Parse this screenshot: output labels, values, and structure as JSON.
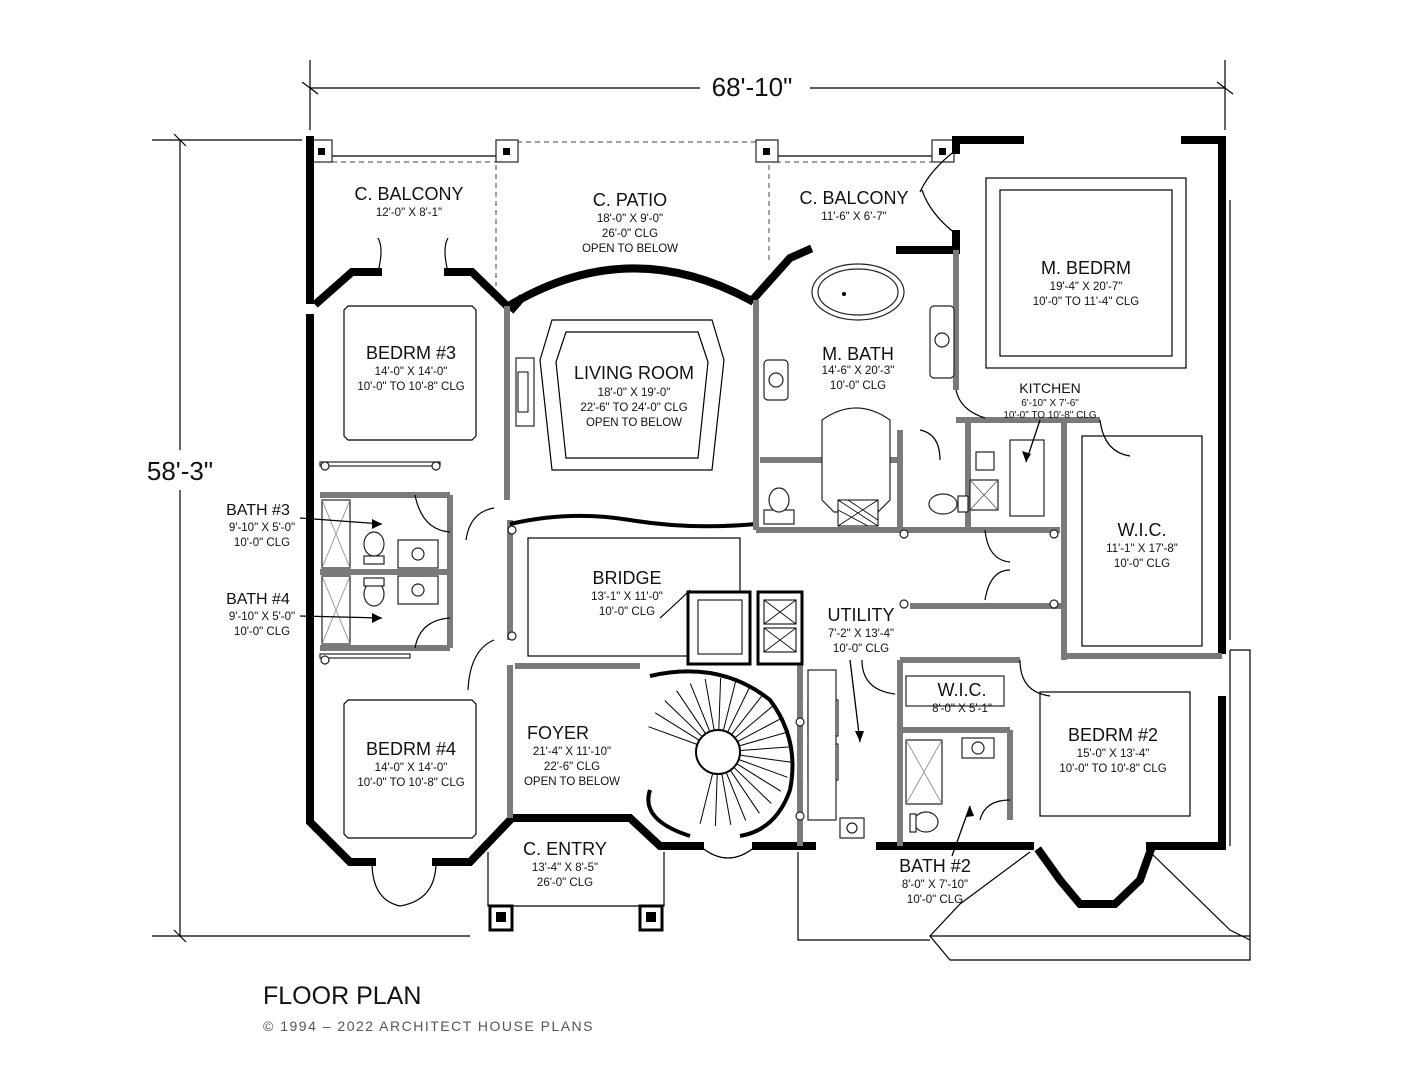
{
  "dimensions": {
    "width": "68'-10\"",
    "depth": "58'-3\""
  },
  "rooms": {
    "balcony_left": {
      "name": "C. BALCONY",
      "lines": [
        "12'-0\" X 8'-1\""
      ]
    },
    "patio": {
      "name": "C. PATIO",
      "lines": [
        "18'-0\" X 9'-0\"",
        "26'-0\" CLG",
        "OPEN TO BELOW"
      ]
    },
    "balcony_right": {
      "name": "C. BALCONY",
      "lines": [
        "11'-6\" X 6'-7\""
      ]
    },
    "master_bedroom": {
      "name": "M. BEDRM",
      "lines": [
        "19'-4\" X 20'-7\"",
        "10'-0\" TO 11'-4\" CLG"
      ]
    },
    "bedroom3": {
      "name": "BEDRM #3",
      "lines": [
        "14'-0\" X 14'-0\"",
        "10'-0\" TO 10'-8\" CLG"
      ]
    },
    "living_room": {
      "name": "LIVING ROOM",
      "lines": [
        "18'-0\" X 19'-0\"",
        "22'-6\" TO 24'-0\" CLG",
        "OPEN TO BELOW"
      ]
    },
    "master_bath": {
      "name": "M. BATH",
      "lines": [
        "14'-6\" X 20'-3\"",
        "10'-0\" CLG"
      ]
    },
    "kitchen": {
      "name": "KITCHEN",
      "lines": [
        "6'-10\" X 7'-6\"",
        "10'-0\" TO 10'-8\" CLG"
      ]
    },
    "wic_master": {
      "name": "W.I.C.",
      "lines": [
        "11'-1\" X 17'-8\"",
        "10'-0\" CLG"
      ]
    },
    "bath3": {
      "name": "BATH #3",
      "lines": [
        "9'-10\" X 5'-0\"",
        "10'-0\" CLG"
      ]
    },
    "bath4": {
      "name": "BATH #4",
      "lines": [
        "9'-10\" X 5'-0\"",
        "10'-0\" CLG"
      ]
    },
    "bridge": {
      "name": "BRIDGE",
      "lines": [
        "13'-1\" X 11'-0\"",
        "10'-0\" CLG"
      ]
    },
    "utility": {
      "name": "UTILITY",
      "lines": [
        "7'-2\" X 13'-4\"",
        "10'-0\" CLG"
      ]
    },
    "wic2": {
      "name": "W.I.C.",
      "lines": [
        "8'-0\" X 5'-1\""
      ]
    },
    "bedroom2": {
      "name": "BEDRM #2",
      "lines": [
        "15'-0\" X 13'-4\"",
        "10'-0\" TO 10'-8\" CLG"
      ]
    },
    "bedroom4": {
      "name": "BEDRM #4",
      "lines": [
        "14'-0\" X 14'-0\"",
        "10'-0\" TO 10'-8\" CLG"
      ]
    },
    "foyer": {
      "name": "FOYER",
      "lines": [
        "21'-4\" X 11'-10\"",
        "22'-6\" CLG",
        "OPEN TO BELOW"
      ]
    },
    "entry": {
      "name": "C. ENTRY",
      "lines": [
        "13'-4\" X 8'-5\"",
        "26'-0\" CLG"
      ]
    },
    "bath2": {
      "name": "BATH #2",
      "lines": [
        "8'-0\" X 7'-10\"",
        "10'-0\" CLG"
      ]
    }
  },
  "title": "FLOOR PLAN",
  "copyright": "© 1994 – 2022 ARCHITECT HOUSE PLANS"
}
